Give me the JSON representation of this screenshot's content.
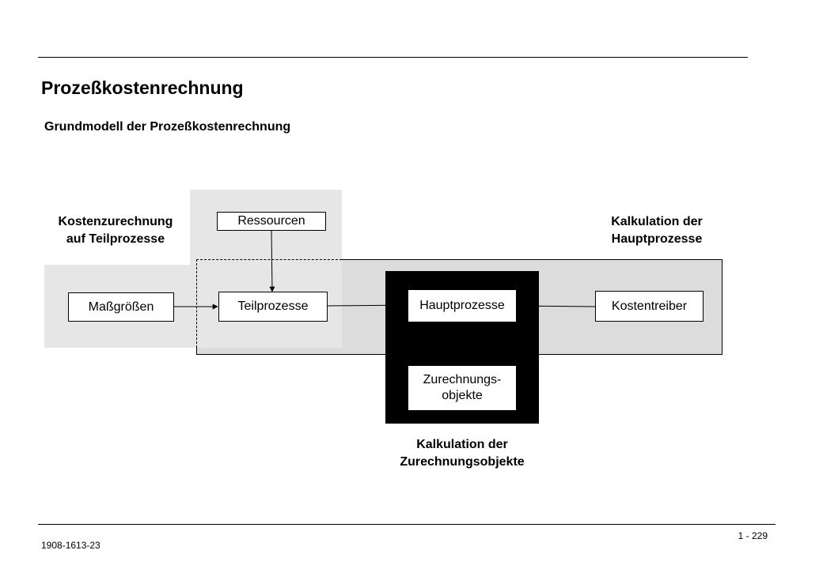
{
  "header": {
    "title": "Prozeßkostenrechnung",
    "subtitle": "Grundmodell der Prozeßkostenrechnung"
  },
  "diagram": {
    "captions": {
      "left_line1": "Kostenzurechnung",
      "left_line2": "auf Teilprozesse",
      "right_line1": "Kalkulation der",
      "right_line2": "Hauptprozesse",
      "bottom_line1": "Kalkulation der",
      "bottom_line2": "Zurechnungsobjekte"
    },
    "nodes": {
      "ressourcen": "Ressourcen",
      "massgroessen": "Maßgrößen",
      "teilprozesse": "Teilprozesse",
      "hauptprozesse": "Hauptprozesse",
      "kostentreiber": "Kostentreiber",
      "zurechnungsobjekte_line1": "Zurechnungs-",
      "zurechnungsobjekte_line2": "objekte"
    }
  },
  "footer": {
    "doc_id": "1908-1613-23",
    "page": "1 - 229"
  },
  "colors": {
    "light_gray": "#e6e6e6",
    "mid_gray": "#dcdcdc",
    "black_panel": "#000000"
  }
}
